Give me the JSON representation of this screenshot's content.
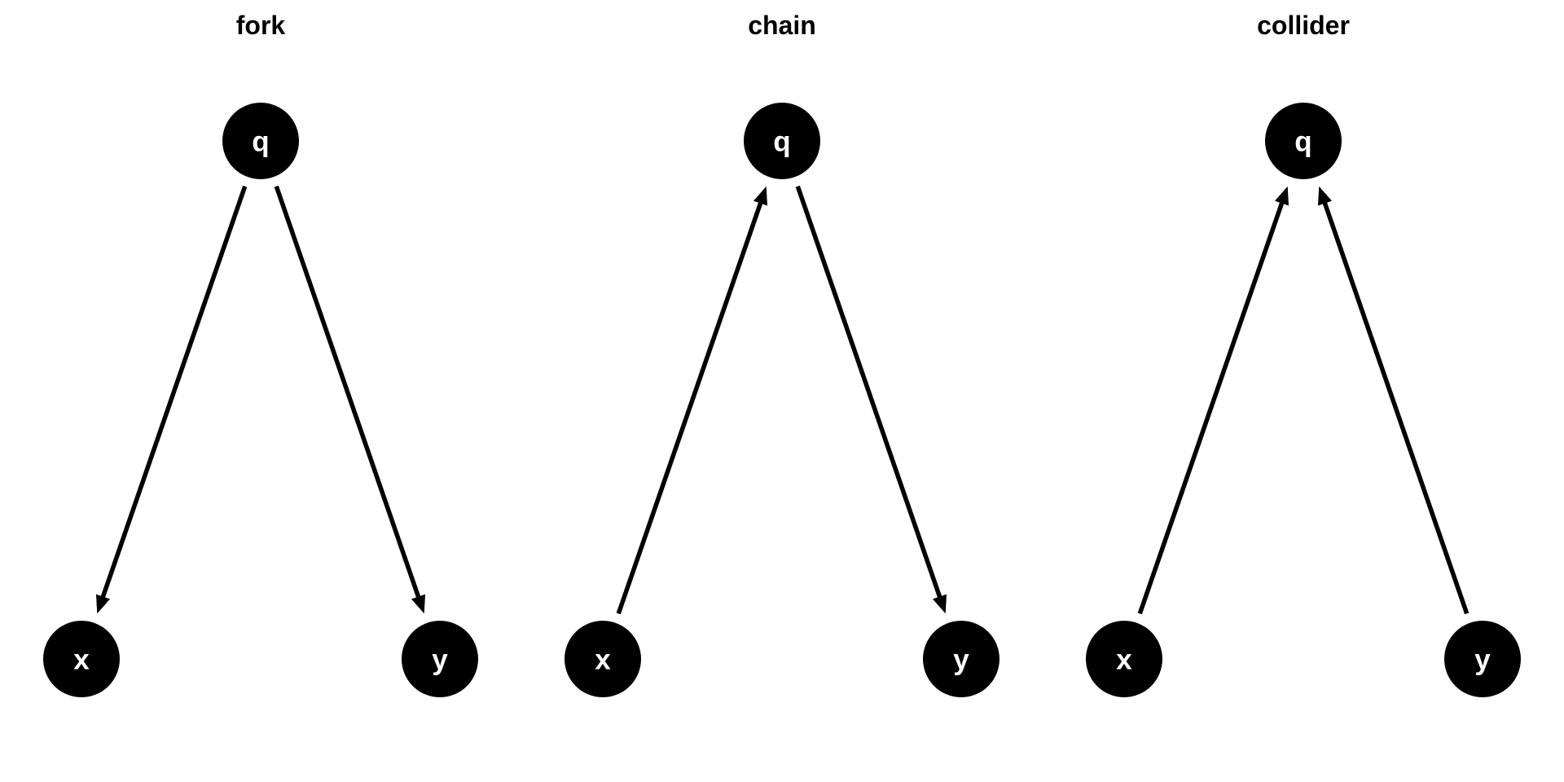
{
  "figure": {
    "background_color": "#ffffff",
    "node_fill_color": "#000000",
    "node_label_color": "#ffffff",
    "edge_color": "#000000",
    "title_color": "#000000"
  },
  "diagrams": [
    {
      "title": "fork",
      "nodes": [
        {
          "id": "q",
          "label": "q",
          "position": "top-center"
        },
        {
          "id": "x",
          "label": "x",
          "position": "bottom-left"
        },
        {
          "id": "y",
          "label": "y",
          "position": "bottom-right"
        }
      ],
      "edges": [
        {
          "from": "q",
          "to": "x"
        },
        {
          "from": "q",
          "to": "y"
        }
      ]
    },
    {
      "title": "chain",
      "nodes": [
        {
          "id": "q",
          "label": "q",
          "position": "top-center"
        },
        {
          "id": "x",
          "label": "x",
          "position": "bottom-left"
        },
        {
          "id": "y",
          "label": "y",
          "position": "bottom-right"
        }
      ],
      "edges": [
        {
          "from": "x",
          "to": "q"
        },
        {
          "from": "q",
          "to": "y"
        }
      ]
    },
    {
      "title": "collider",
      "nodes": [
        {
          "id": "q",
          "label": "q",
          "position": "top-center"
        },
        {
          "id": "x",
          "label": "x",
          "position": "bottom-left"
        },
        {
          "id": "y",
          "label": "y",
          "position": "bottom-right"
        }
      ],
      "edges": [
        {
          "from": "x",
          "to": "q"
        },
        {
          "from": "y",
          "to": "q"
        }
      ]
    }
  ]
}
